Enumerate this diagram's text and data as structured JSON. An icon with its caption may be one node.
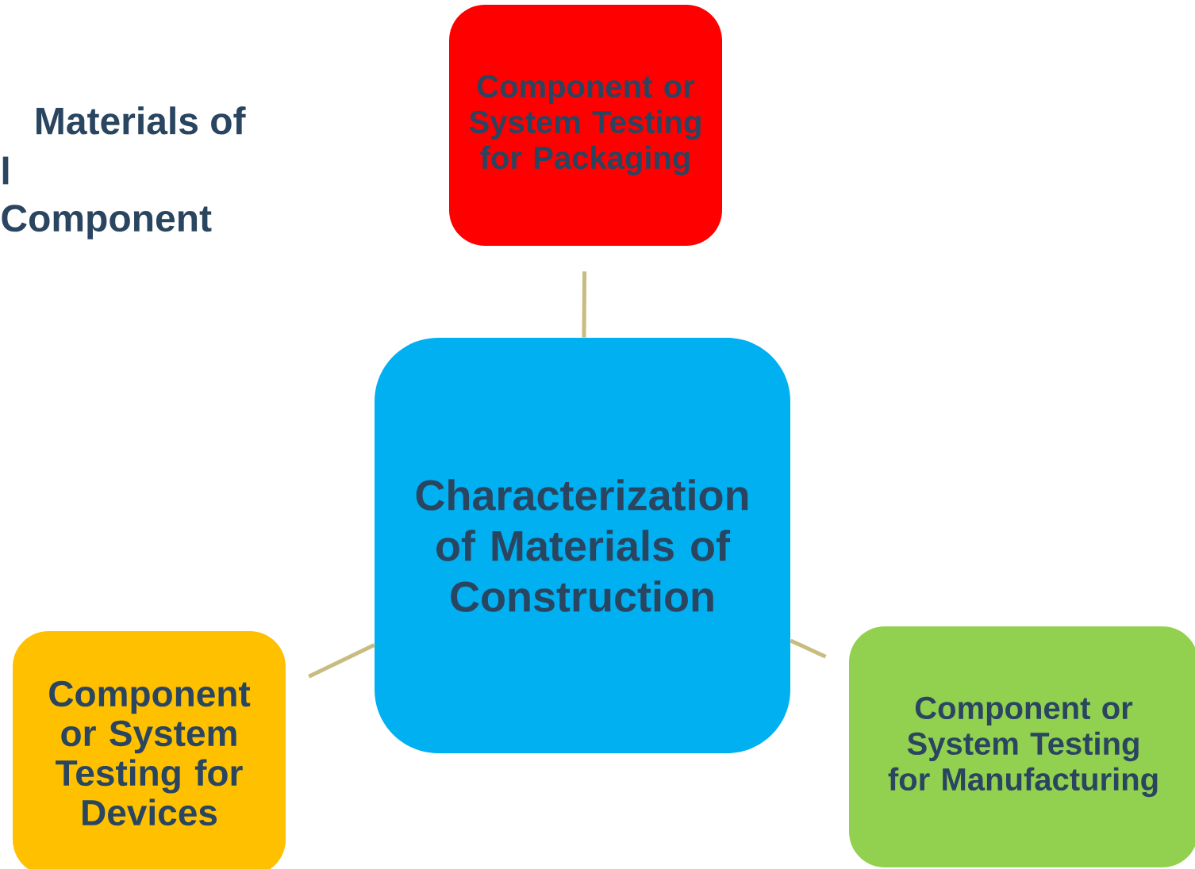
{
  "diagram": {
    "nodes": [
      {
        "text": [
          "Component or System Testing for Packaging"
        ]
      },
      {
        "text": [
          "Characterization of Materials of Construction"
        ]
      },
      {
        "text": [
          "Component or System Testing for Devices"
        ]
      },
      {
        "text": [
          "Component or System Testing for Manufacturing"
        ]
      }
    ],
    "edges": [
      {
        "from": 1,
        "to": 0,
        "arrow": "none"
      },
      {
        "from": 1,
        "to": 2,
        "arrow": "none"
      },
      {
        "from": 1,
        "to": 3,
        "arrow": "none"
      }
    ],
    "labels": [
      "Materials of",
      "l",
      "Component"
    ]
  }
}
